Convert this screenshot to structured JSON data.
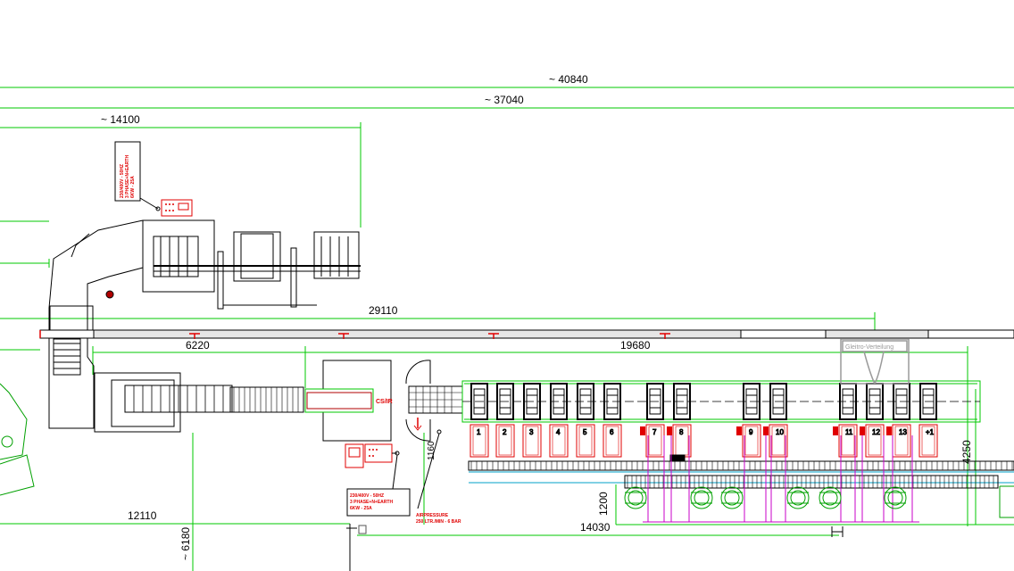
{
  "dimensions": {
    "d40840": "~ 40840",
    "d37040": "~ 37040",
    "d14100": "~ 14100",
    "d29110": "29110",
    "d6220": "6220",
    "d19680": "19680",
    "d12110": "12110",
    "d14030": "14030",
    "d1200": "1200",
    "d4250": "4250",
    "d6180": "~ 6180",
    "d1160": "1160"
  },
  "power_label_1": [
    "230/400V - 50HZ",
    "3 PHASE+N+EARTH",
    "6KW - 25A"
  ],
  "power_label_2": [
    "230/400V - 50HZ",
    "3 PHASE+N+EARTH",
    "6KW - 25A"
  ],
  "air_label": [
    "AIRPRESSURE",
    "250 LTR./MIN - 6 BAR"
  ],
  "station_label": "CS/IR",
  "stations": [
    "1",
    "2",
    "3",
    "4",
    "5",
    "6",
    "7",
    "8",
    "9",
    "10",
    "11",
    "12",
    "13",
    "+1"
  ],
  "faded_label": "Gleitro-Verteilung",
  "colors": {
    "dimension": "#00c800",
    "electrical": "#e00000",
    "machine": "#000000",
    "rail": "#00a0c8",
    "pneumatic": "#c800c8",
    "grey": "#9a9a9a"
  }
}
